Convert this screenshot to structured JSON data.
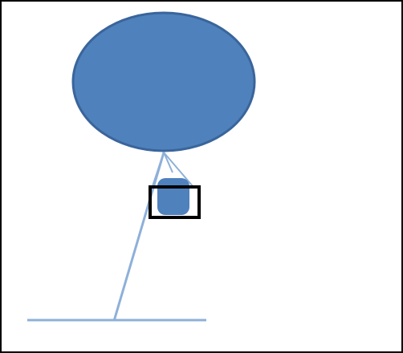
{
  "diagram": {
    "colors": {
      "background": "#ffffff",
      "frame": "#000000",
      "balloon_fill": "#4f81bd",
      "balloon_stroke": "#3a659b",
      "line": "#8eb0d9",
      "camera_fill": "#4f81bd",
      "camera_frame": "#000000"
    },
    "elements": [
      "frame-border",
      "balloon-ellipse",
      "tether-line",
      "suspension-lines",
      "camera-box",
      "ground-line"
    ]
  }
}
